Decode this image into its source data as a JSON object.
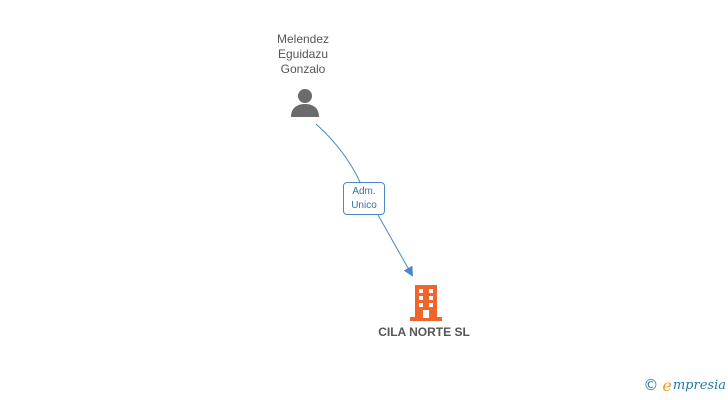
{
  "person": {
    "name_lines": [
      "Melendez",
      "Eguidazu",
      "Gonzalo"
    ],
    "icon": "person-icon"
  },
  "relationship": {
    "role_lines": [
      "Adm.",
      "Unico"
    ],
    "color": "#4a86c8"
  },
  "company": {
    "name": "CILA NORTE SL",
    "icon": "building-icon",
    "color": "#f0642e"
  },
  "brand": {
    "copyright_symbol": "©",
    "initial": "e",
    "name": "mpresia"
  }
}
